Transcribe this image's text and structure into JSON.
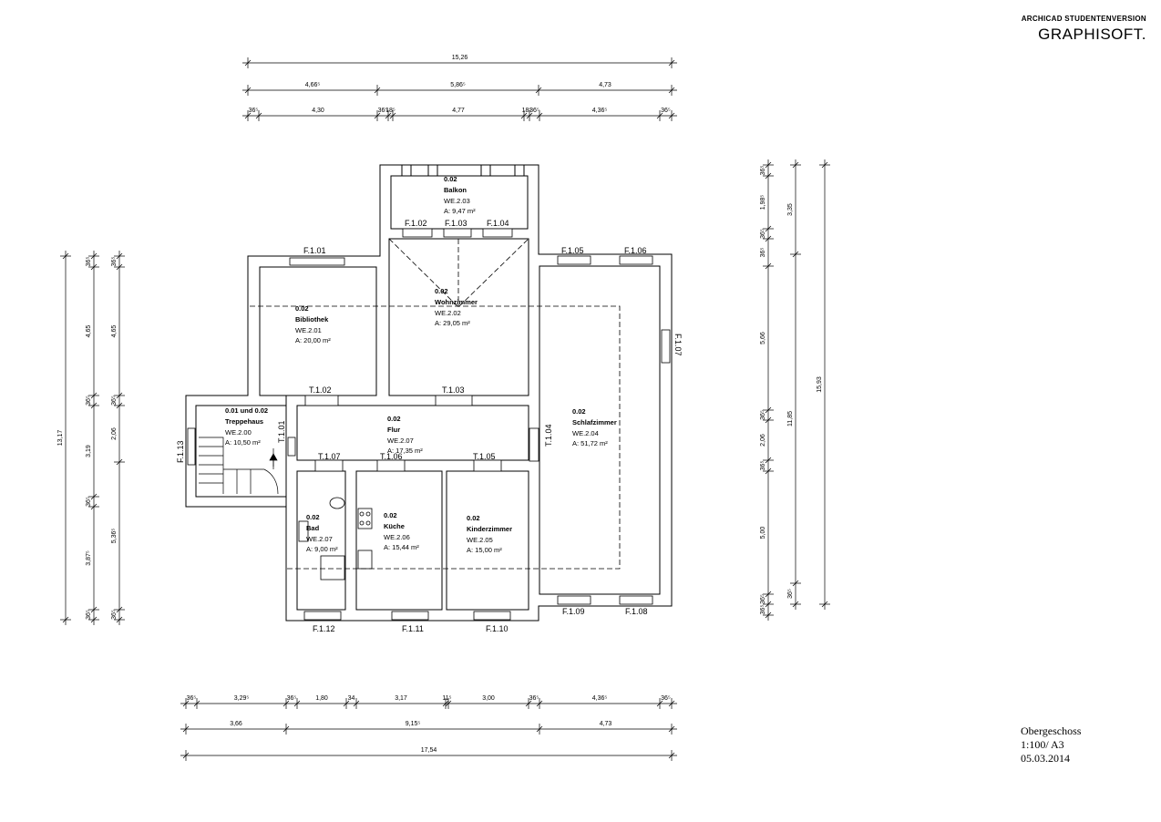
{
  "watermark": {
    "line1": "ARCHICAD STUDENTENVERSION",
    "line2": "GRAPHISOFT."
  },
  "title_block": {
    "floor": "Obergeschoss",
    "scale": "1:100/ A3",
    "date": "05.03.2014"
  },
  "rooms": [
    {
      "id": "balkon",
      "level": "0.02",
      "name": "Balkon",
      "code": "WE.2.03",
      "area": "A:  9,47 m²"
    },
    {
      "id": "wohnzimmer",
      "level": "0.02",
      "name": "Wohnzimmer",
      "code": "WE.2.02",
      "area": "A:    29,05 m²"
    },
    {
      "id": "bibliothek",
      "level": "0.02",
      "name": "Bibliothek",
      "code": "WE.2.01",
      "area": "A: 20,00 m²"
    },
    {
      "id": "treppenhaus",
      "level": "0.01 und 0.02",
      "name": "Treppehaus",
      "code": "WE.2.00",
      "area": "A:     10,50 m²"
    },
    {
      "id": "flur",
      "level": "0.02",
      "name": "Flur",
      "code": "WE.2.07",
      "area": "A:  17,35 m²"
    },
    {
      "id": "schlafzimmer",
      "level": "0.02",
      "name": "Schlafzimmer",
      "code": "WE.2.04",
      "area": "A:      51,72 m²"
    },
    {
      "id": "bad",
      "level": "0.02",
      "name": "Bad",
      "code": "WE.2.07",
      "area": "A:  9,00 m²"
    },
    {
      "id": "kueche",
      "level": "0.02",
      "name": "Küche",
      "code": "WE.2.06",
      "area": "A: 15,44 m²"
    },
    {
      "id": "kinderzimmer",
      "level": "0.02",
      "name": "Kinderzimmer",
      "code": "WE.2.05",
      "area": "A:      15,00 m²"
    }
  ],
  "openings": {
    "windows": [
      "F.1.01",
      "F.1.02",
      "F.1.03",
      "F.1.04",
      "F.1.05",
      "F.1.06",
      "F.1.08",
      "F.1.09",
      "F.1.10",
      "F.1.11",
      "F.1.12",
      "F.1.13"
    ],
    "doors": [
      "T.1.01",
      "T.1.02",
      "T.1.03",
      "T.1.04",
      "T.1.05",
      "T.1.06",
      "T.1.07"
    ]
  },
  "dimensions": {
    "top_total": "15,26",
    "top_mid": [
      "4,66⁵",
      "5,86⁵",
      "4,73"
    ],
    "top_detail": [
      "36⁵",
      "4,30",
      "36⁵",
      "18⁵",
      "4,77",
      "18⁵",
      "36⁵",
      "4,36⁵",
      "36⁵"
    ],
    "bottom_detail": [
      "36⁵",
      "3,29⁵",
      "36⁵",
      "1,80",
      "34",
      "3,17",
      "11⁵",
      "3,00",
      "36⁵",
      "4,36⁵",
      "36⁵"
    ],
    "bottom_mid": [
      "3,66",
      "9,15⁵",
      "4,73"
    ],
    "bottom_total": "17,54",
    "left_total": "13,17",
    "left_a": [
      "36⁵",
      "4,65",
      "36⁵",
      "3,19",
      "36⁵",
      "3,87⁵",
      "36⁵"
    ],
    "left_b": [
      "36⁵",
      "4,65",
      "36⁵",
      "2,06",
      "5,36⁵",
      "36⁵"
    ],
    "right_total": "15,93",
    "right_mid": [
      "3,35",
      "11,85",
      "36⁵"
    ],
    "right_detail": [
      "36⁵",
      "1,98⁵",
      "36⁵",
      "36⁵",
      "5,66",
      "36⁵",
      "2,06",
      "36⁵",
      "5,00",
      "36⁵",
      "36⁵"
    ]
  }
}
